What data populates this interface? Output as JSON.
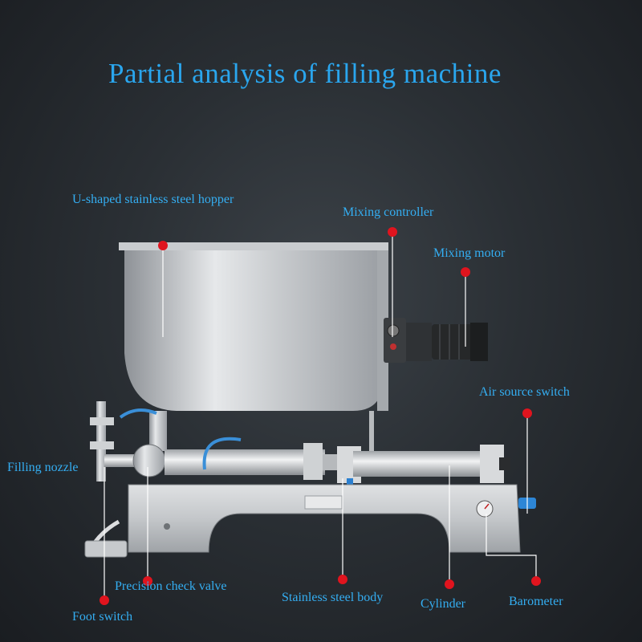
{
  "title": "Partial analysis of filling machine",
  "labels": {
    "hopper": "U-shaped stainless steel hopper",
    "mixing_controller": "Mixing controller",
    "mixing_motor": "Mixing motor",
    "air_source_switch": "Air source switch",
    "filling_nozzle": "Filling nozzle",
    "precision_check_valve": "Precision check valve",
    "stainless_steel_body": "Stainless steel body",
    "cylinder": "Cylinder",
    "barometer": "Barometer",
    "foot_switch": "Foot switch"
  },
  "colors": {
    "label_text": "#34aef2",
    "title_text": "#2aa6ee",
    "marker_dot": "#e0141e",
    "background": "#2a2f34"
  }
}
